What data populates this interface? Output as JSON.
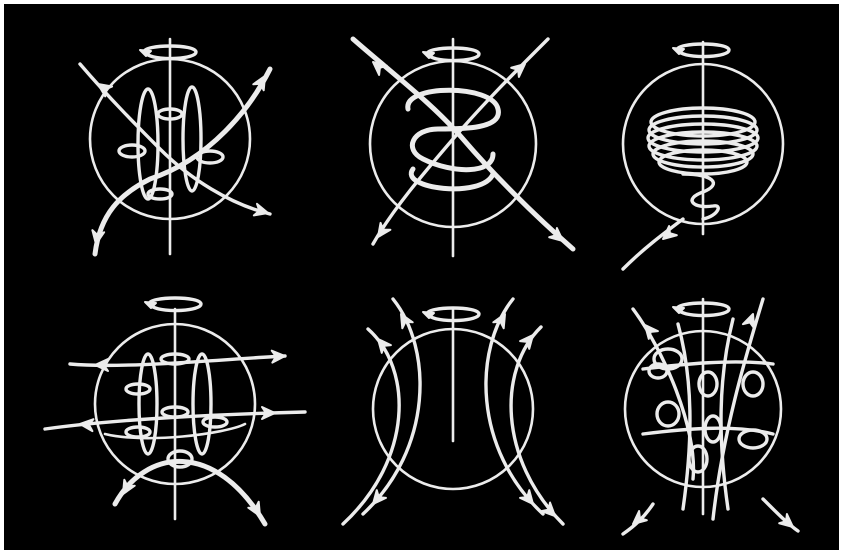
{
  "figure": {
    "rows": 2,
    "cols": 3,
    "colors": {
      "background": "#000000",
      "stroke": "#ececec",
      "border": "#ffffff"
    },
    "panels": [
      {
        "name": "panel-r1c1"
      },
      {
        "name": "panel-r1c2"
      },
      {
        "name": "panel-r1c3"
      },
      {
        "name": "panel-r2c1"
      },
      {
        "name": "panel-r2c2"
      },
      {
        "name": "panel-r2c3"
      }
    ]
  }
}
